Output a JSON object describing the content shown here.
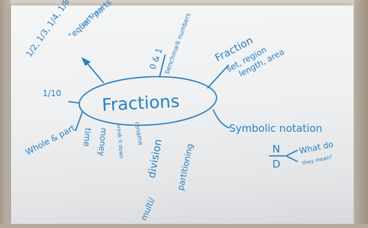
{
  "image": {
    "subject": "hand-drawn-concept-map-on-paper",
    "ink_color": "#2a7fc0",
    "paper_color": "#eef0f1"
  },
  "center": {
    "label": "Fractions"
  },
  "branches": {
    "fair_share": [
      "Fair Share",
      "\"equal\" parts"
    ],
    "examples": [
      "1/2, 1/3, 1/4, 1/8",
      "1/10"
    ],
    "benchmark": [
      "0 & 1",
      "benchmark numbers"
    ],
    "fraction": [
      "Fraction",
      "set, region",
      "length, area"
    ],
    "symbolic": "Symbolic notation",
    "numerator": "N",
    "denominator": "D",
    "what_mean": [
      "What do",
      "they mean?"
    ],
    "whole_part": "Whole & part",
    "time": "time",
    "money": "money",
    "break_it_down": "break it down",
    "rename": "rename",
    "division": "division",
    "multi": "multi/",
    "partitioning": "partitioning"
  }
}
